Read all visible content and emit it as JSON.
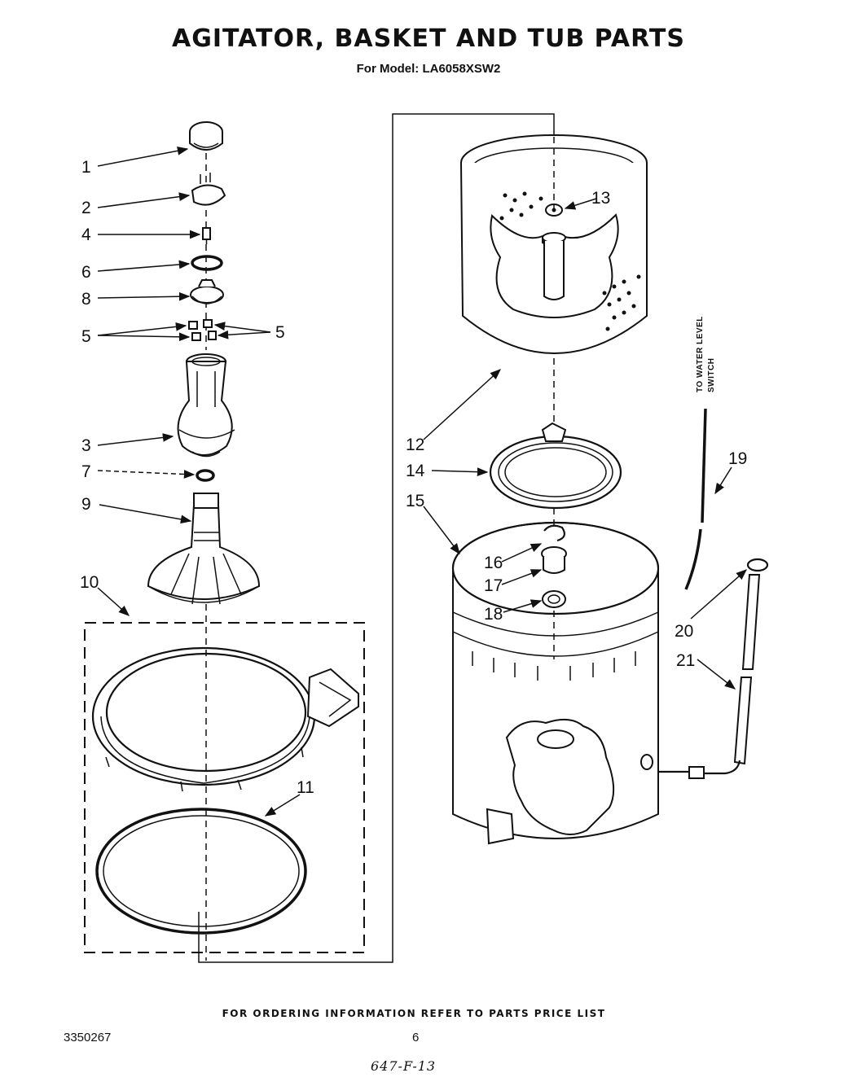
{
  "header": {
    "title": "AGITATOR, BASKET AND TUB PARTS",
    "subtitle": "For Model: LA6058XSW2"
  },
  "callouts": [
    "1",
    "2",
    "4",
    "6",
    "8",
    "5",
    "5",
    "3",
    "7",
    "9",
    "10",
    "11",
    "12",
    "13",
    "14",
    "15",
    "16",
    "17",
    "18",
    "19",
    "20",
    "21"
  ],
  "side_note": {
    "line1": "TO WATER LEVEL",
    "line2": "SWITCH"
  },
  "footer": {
    "ordering_info": "FOR ORDERING INFORMATION REFER TO PARTS PRICE LIST",
    "doc_number": "3350267",
    "page_number": "6",
    "handwritten": "647-F-13"
  }
}
